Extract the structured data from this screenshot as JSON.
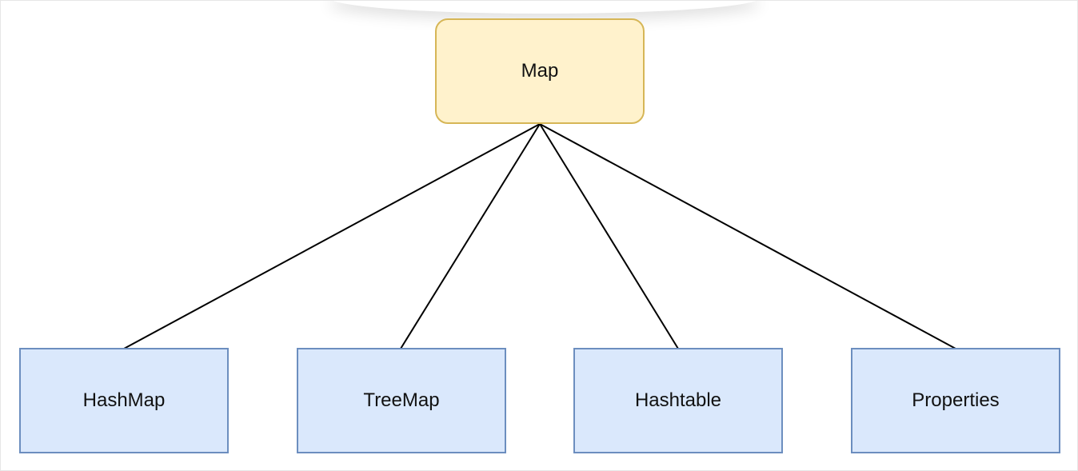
{
  "diagram": {
    "root": {
      "label": "Map",
      "fill": "#fff2cc",
      "stroke": "#d6b656"
    },
    "children": [
      {
        "label": "HashMap"
      },
      {
        "label": "TreeMap"
      },
      {
        "label": "Hashtable"
      },
      {
        "label": "Properties"
      }
    ],
    "child_fill": "#dae8fc",
    "child_stroke": "#6c8ebf",
    "edge_color": "#000000"
  }
}
